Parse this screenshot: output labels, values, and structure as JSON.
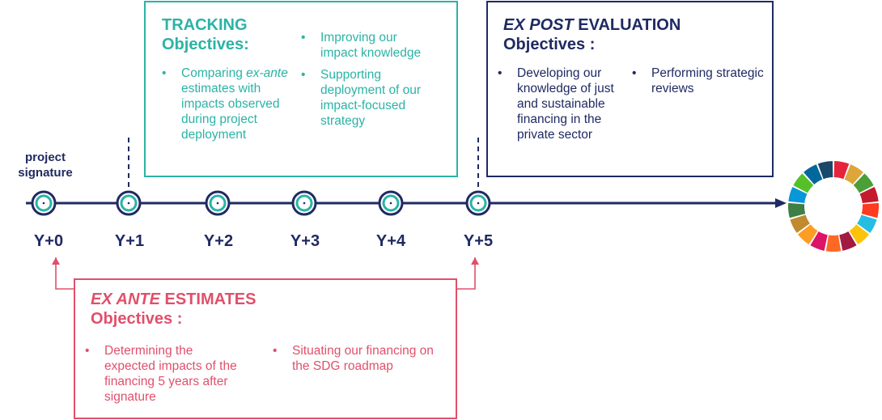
{
  "signature_label": "project\nsignature",
  "years": [
    "Y+0",
    "Y+1",
    "Y+2",
    "Y+3",
    "Y+4",
    "Y+5"
  ],
  "tracking": {
    "title_line1": "TRACKING",
    "title_line2": "Objectives:",
    "bullets_left": [
      {
        "pre": "Comparing ",
        "em": "ex-ante",
        "post": " estimates with impacts observed during project deployment"
      }
    ],
    "bullets_right": [
      "Improving our impact knowledge",
      "Supporting deployment of our impact-focused strategy"
    ]
  },
  "expost": {
    "title_em": "EX POST",
    "title_rest": " EVALUATION",
    "title_line2": "Objectives :",
    "bullets_left": [
      "Developing our knowledge of just and sustainable financing in the private sector"
    ],
    "bullets_right": [
      "Performing strategic reviews"
    ]
  },
  "exante": {
    "title_em": "EX ANTE",
    "title_rest": " ESTIMATES",
    "title_line2": "Objectives :",
    "bullets_left": [
      "Determining the expected impacts of the financing 5 years after signature"
    ],
    "bullets_right": [
      "Situating our financing on the SDG roadmap"
    ]
  },
  "colors": {
    "navy": "#1f2a63",
    "teal": "#2bb3a6",
    "pink": "#e0506b",
    "sdg_wheel": [
      "#e5243b",
      "#dda63a",
      "#4c9f38",
      "#c5192d",
      "#ff3a21",
      "#26bde2",
      "#fcc30b",
      "#a21942",
      "#fd6925",
      "#dd1367",
      "#fd9d24",
      "#bf8b2e",
      "#3f7e44",
      "#0a97d9",
      "#56c02b",
      "#00689d",
      "#19486a"
    ]
  },
  "icons": {
    "timeline_node": "circle-node-icon",
    "timeline_arrow": "arrowhead-icon",
    "sdg": "sdg-wheel-icon"
  }
}
